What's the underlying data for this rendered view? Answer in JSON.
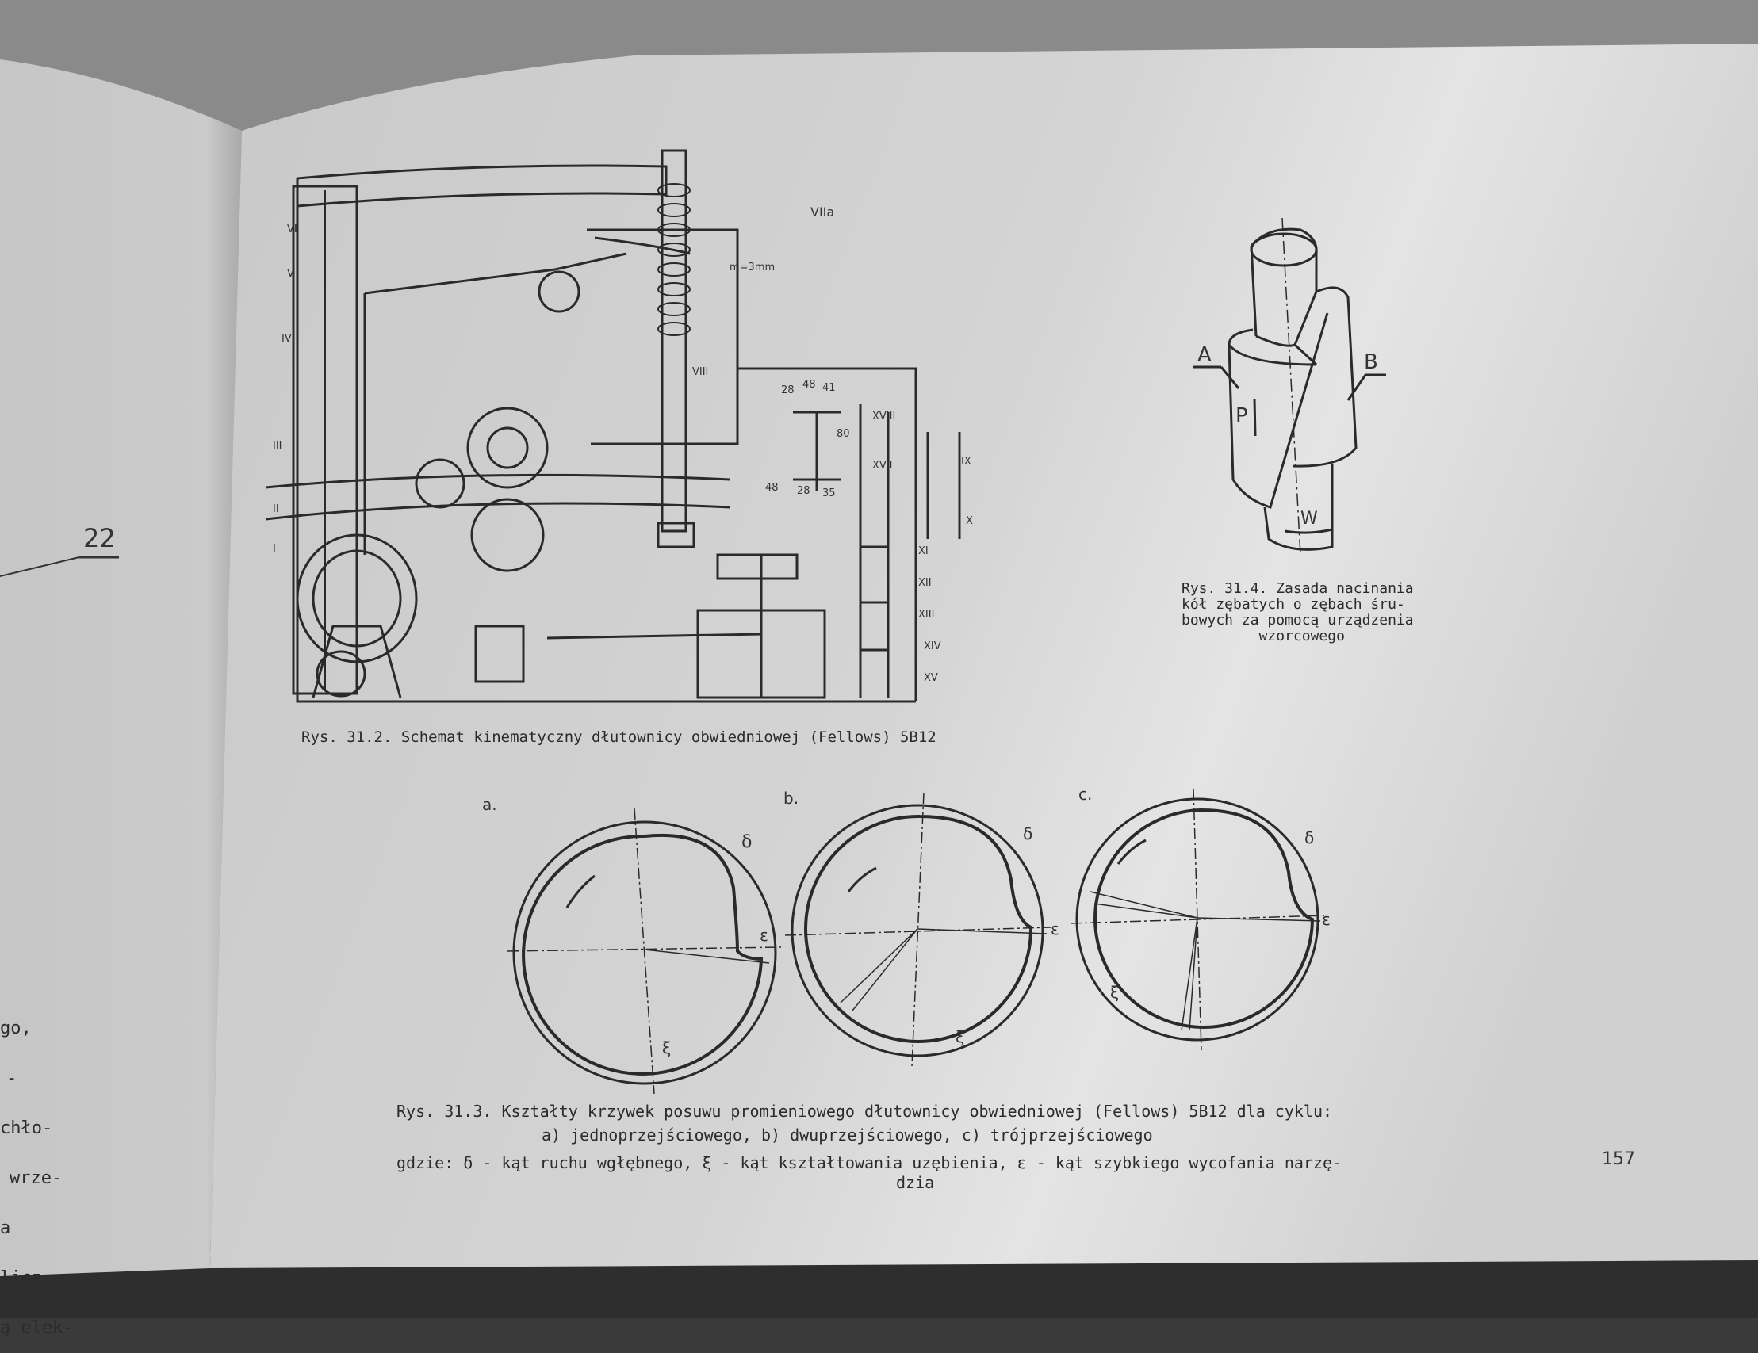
{
  "left_page": {
    "margin_number": "22",
    "text_fragments": [
      "go,",
      "-",
      "chło-",
      "wrze-",
      "a",
      "licz-",
      "ą elek-"
    ]
  },
  "right_page": {
    "page_number": "157",
    "figure_31_2": {
      "caption": "Rys. 31.2. Schemat kinematyczny dłutownicy obwiedniowej (Fellows) 5B12",
      "labels": [
        "VIIa",
        "m=3mm",
        "28",
        "48",
        "41",
        "80",
        "48",
        "28",
        "35",
        "XVII",
        "XVIII",
        "IX",
        "X",
        "XI",
        "XII",
        "XIII",
        "XIV",
        "XV",
        "VIII",
        "I",
        "II",
        "III",
        "IV",
        "V",
        "VI"
      ]
    },
    "figure_31_3": {
      "panel_labels": [
        "a.",
        "b.",
        "c."
      ],
      "caption_line1": "Rys. 31.3. Kształty krzywek posuwu promieniowego dłutownicy obwiedniowej (Fellows) 5B12 dla cyklu:",
      "caption_line2": "a) jednoprzejściowego, b) dwuprzejściowego, c) trójprzejściowego",
      "caption_line3": "gdzie: δ - kąt ruchu wgłębnego, ξ - kąt kształtowania uzębienia, ε - kąt szybkiego wycofania narzę-",
      "caption_line4": "dzia",
      "symbols": {
        "delta": "δ",
        "xi": "ξ",
        "epsilon": "ε"
      }
    },
    "figure_31_4": {
      "labels": {
        "a": "A",
        "b": "B",
        "p": "P",
        "w": "W"
      },
      "caption": "Rys. 31.4. Zasada nacinania\nkół zębatych o zębach śru-\nbowych za pomocą urządzenia\n         wzorcowego"
    }
  }
}
